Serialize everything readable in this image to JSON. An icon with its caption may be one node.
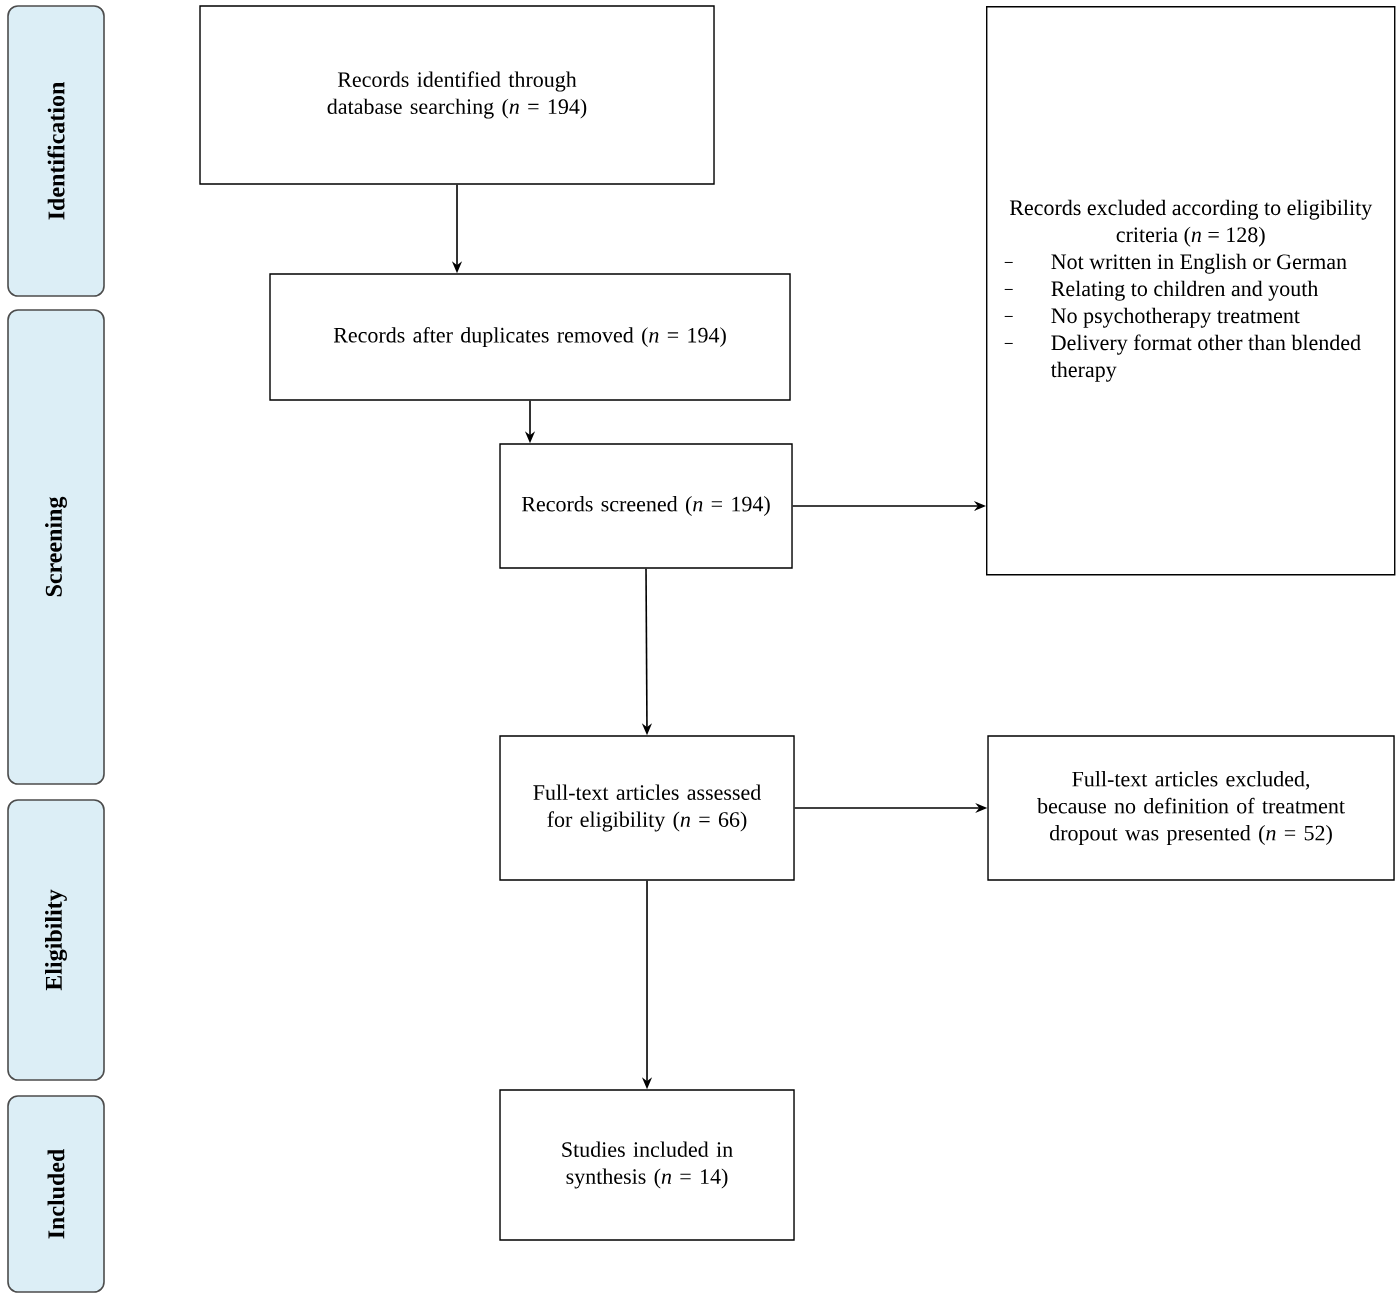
{
  "diagram": {
    "nodes": [
      {
        "text": [
          "Identification"
        ]
      },
      {
        "text": [
          "Screening"
        ]
      },
      {
        "text": [
          "Eligibility"
        ]
      },
      {
        "text": [
          "Included"
        ]
      },
      {
        "text": [
          "Records identified through database searching (*n* = 194)"
        ]
      },
      {
        "text": [
          "Records after duplicates removed (*n* = 194)"
        ]
      },
      {
        "text": [
          "Records screened (*n* = 194)"
        ]
      },
      {
        "text": [
          "Records excluded according to eligibility criteria (*n* = 128)",
          "Not written in English or German",
          "Relating to children and youth",
          "No psychotherapy treatment",
          "Delivery format other than blended therapy"
        ]
      },
      {
        "text": [
          "Full-text articles assessed for eligibility (*n* = 66)"
        ]
      },
      {
        "text": [
          "Full-text articles excluded, because no definition of treatment dropout was presented (*n* = 52)"
        ]
      },
      {
        "text": [
          "Studies included in synthesis (*n* = 14)"
        ]
      }
    ],
    "edges": [
      {
        "from": 4,
        "to": 5,
        "arrow": "to"
      },
      {
        "from": 5,
        "to": 6,
        "arrow": "to"
      },
      {
        "from": 6,
        "to": 7,
        "arrow": "to"
      },
      {
        "from": 6,
        "to": 8,
        "arrow": "to"
      },
      {
        "from": 8,
        "to": 9,
        "arrow": "to"
      },
      {
        "from": 8,
        "to": 10,
        "arrow": "to"
      }
    ]
  }
}
